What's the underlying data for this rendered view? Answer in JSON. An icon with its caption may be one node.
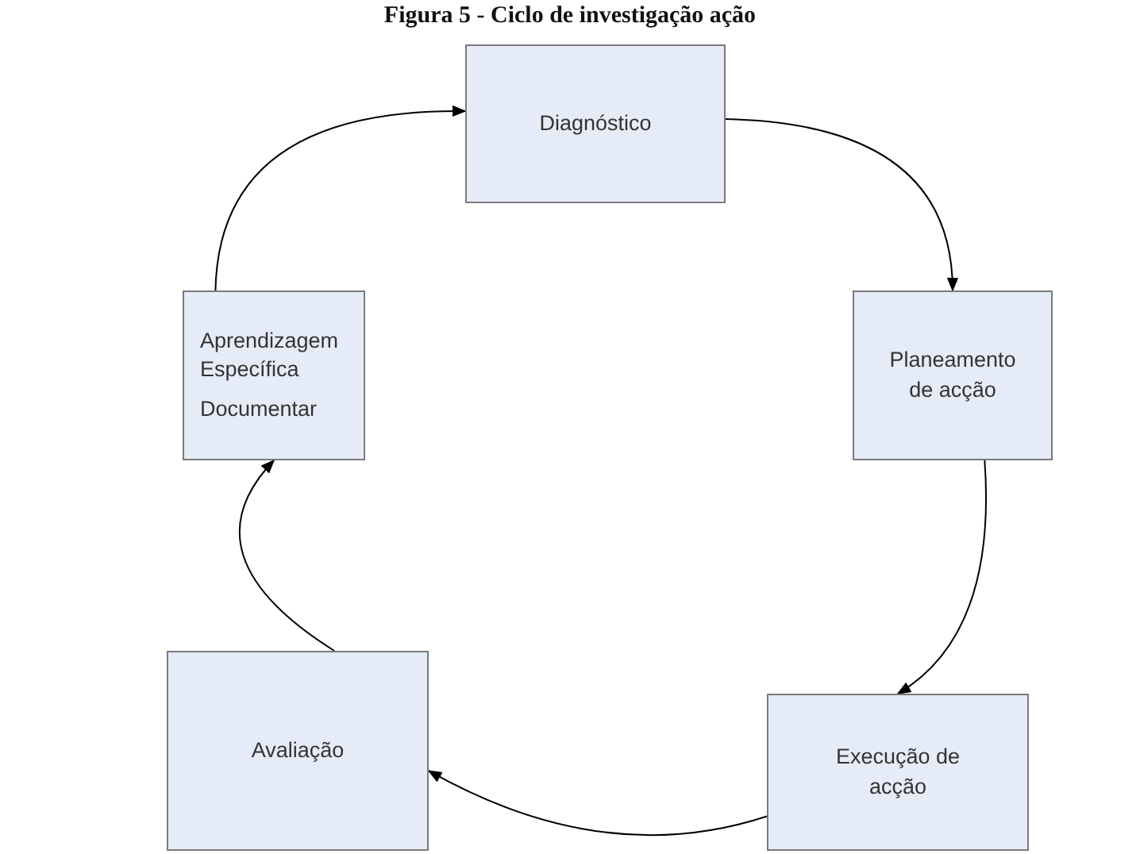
{
  "diagram": {
    "title": "Figura 5 - Ciclo de investigação ação",
    "nodes": [
      {
        "text": [
          "Diagnóstico"
        ]
      },
      {
        "text": [
          "Planeamento de acção"
        ]
      },
      {
        "text": [
          "Execução de acção"
        ]
      },
      {
        "text": [
          "Avaliação"
        ]
      },
      {
        "text": [
          "Aprendizagem Específica",
          "Documentar"
        ]
      }
    ],
    "edges": [
      {
        "from": 0,
        "to": 1,
        "arrow": "to"
      },
      {
        "from": 1,
        "to": 2,
        "arrow": "to"
      },
      {
        "from": 2,
        "to": 3,
        "arrow": "to"
      },
      {
        "from": 3,
        "to": 4,
        "arrow": "to"
      },
      {
        "from": 4,
        "to": 0,
        "arrow": "to"
      }
    ]
  }
}
